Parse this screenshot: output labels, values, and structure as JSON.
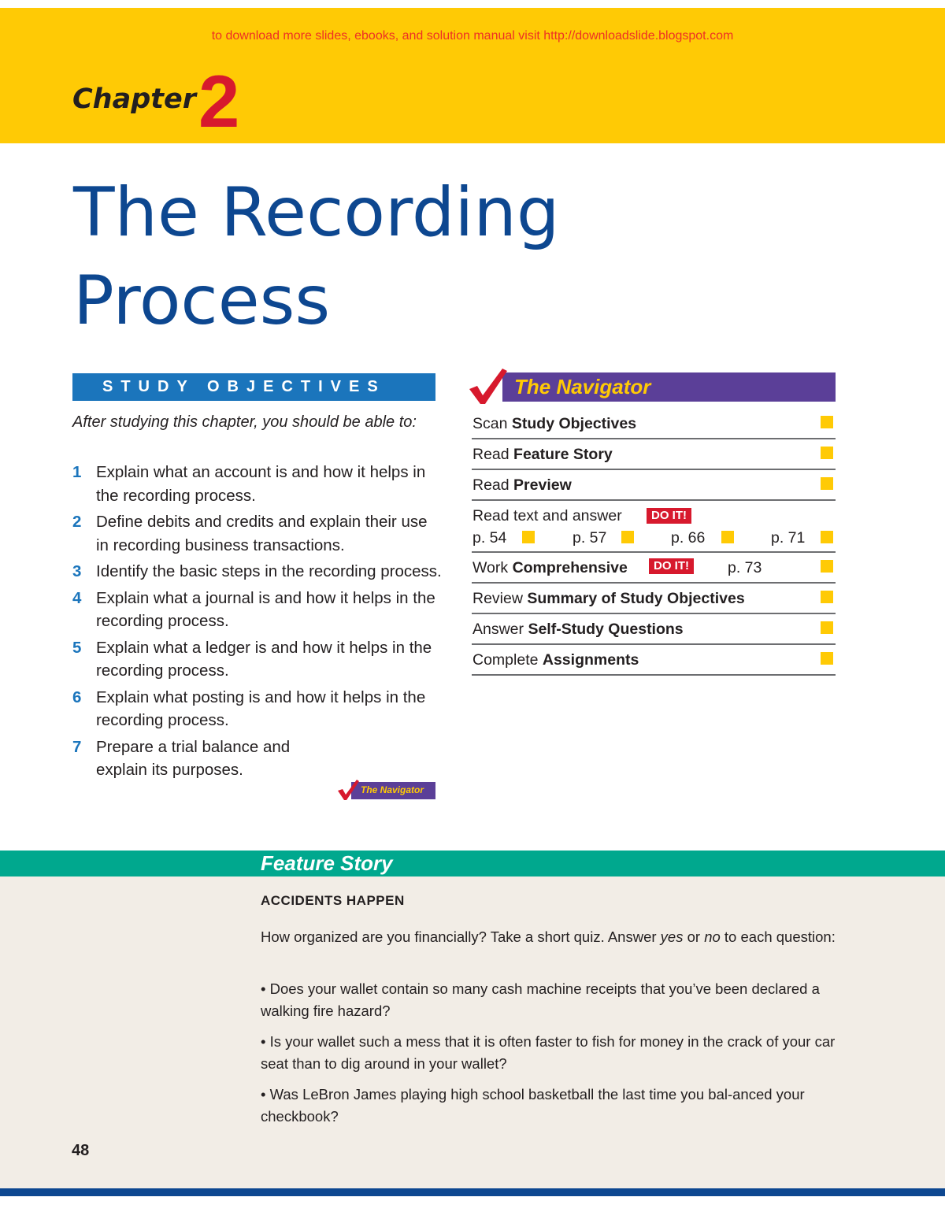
{
  "header": {
    "download_note": "to download more slides, ebooks, and solution manual visit http://downloadslide.blogspot.com",
    "chapter_word": "Chapter",
    "chapter_number": "2",
    "title_line1": "The Recording",
    "title_line2": "Process"
  },
  "study_objectives": {
    "heading": "STUDY OBJECTIVES",
    "intro": "After studying this chapter, you should be able to:",
    "items": [
      {
        "num": "1",
        "text": "Explain what an account is and how it helps in the recording process."
      },
      {
        "num": "2",
        "text": "Define debits and credits and explain their use in recording business transactions."
      },
      {
        "num": "3",
        "text": "Identify the basic steps in the recording process."
      },
      {
        "num": "4",
        "text": "Explain what a journal is and how it helps in the recording process."
      },
      {
        "num": "5",
        "text": "Explain what a ledger is and how it helps in the recording process."
      },
      {
        "num": "6",
        "text": "Explain what posting is and how it helps in the recording process."
      },
      {
        "num": "7",
        "text": "Prepare a trial balance and explain its purposes."
      }
    ],
    "mini_navigator_label": "The Navigator"
  },
  "navigator": {
    "heading": "The Navigator",
    "rows": [
      {
        "plain": "Scan ",
        "bold": "Study Objectives"
      },
      {
        "plain": "Read ",
        "bold": "Feature Story"
      },
      {
        "plain": "Read ",
        "bold": "Preview"
      },
      {
        "plain": "Read text and answer",
        "bold": "",
        "badge": "DO IT!",
        "pages": [
          "p. 54",
          "p. 57",
          "p. 66",
          "p. 71"
        ]
      },
      {
        "plain": "Work ",
        "bold": "Comprehensive",
        "badge": "DO IT!",
        "page": "p. 73"
      },
      {
        "plain": "Review ",
        "bold": "Summary of Study Objectives"
      },
      {
        "plain": "Answer ",
        "bold": "Self-Study Questions"
      },
      {
        "plain": "Complete ",
        "bold": "Assignments"
      }
    ]
  },
  "feature_story": {
    "title": "Feature Story",
    "heading": "ACCIDENTS HAPPEN",
    "intro_a": "How organized are you financially? Take a short quiz. Answer ",
    "intro_yes": "yes",
    "intro_or": " or ",
    "intro_no": "no",
    "intro_b": " to each question:",
    "bullets": [
      "• Does your wallet contain so many cash machine receipts that you’ve been declared a walking fire hazard?",
      "• Is your wallet such a mess that it is often faster to fish for money in the crack of your car seat than to dig around in your wallet?",
      "• Was LeBron James playing high school basketball the last time you bal-anced your checkbook?"
    ]
  },
  "footer": {
    "page_number": "48"
  },
  "colors": {
    "banner": "#ffca05",
    "title_blue": "#0d4790",
    "objectives_blue": "#1b75bc",
    "chapter_red": "#d7192d",
    "navigator_purple": "#5b3f98",
    "feature_teal": "#00a88e"
  }
}
